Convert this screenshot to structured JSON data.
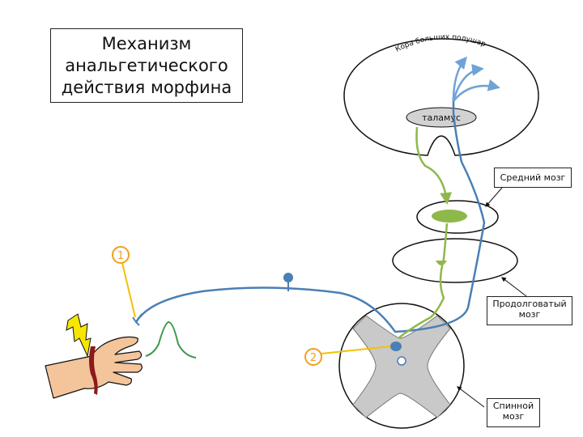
{
  "title": {
    "line1": "Механизм",
    "line2": "анальгетического",
    "line3": "действия морфина"
  },
  "labels": {
    "cortex": "Кора больших полушарий",
    "thalamus": "таламус",
    "midbrain": "Средний мозг",
    "medulla_line1": "Продолговатый",
    "medulla_line2": "мозг",
    "spinal_line1": "Спинной",
    "spinal_line2": "мозг"
  },
  "markers": {
    "one": "1",
    "two": "2"
  },
  "colors": {
    "pathway_blue": "#4a7fb5",
    "pathway_blue_light": "#6fa3d6",
    "pathway_green": "#8fb84a",
    "signal_green": "#3b9a4a",
    "marker_orange": "#f0a020",
    "pointer_yellow": "#f2c200",
    "lightning_yellow": "#f7e600",
    "hand_skin": "#f4c49a",
    "spinal_grey": "#c9c9c9",
    "thalamus_grey": "#d2d2d2",
    "blood_red": "#8b1a1a"
  }
}
